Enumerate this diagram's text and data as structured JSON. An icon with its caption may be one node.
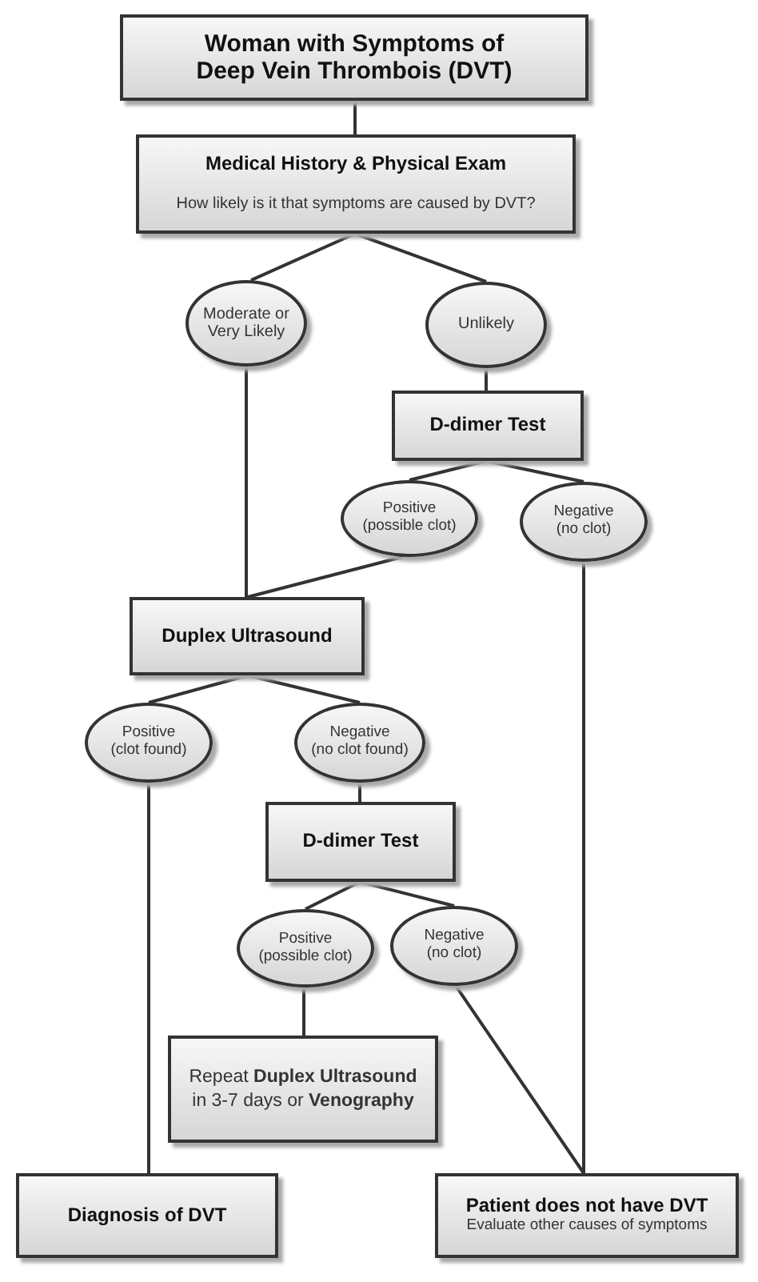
{
  "diagram": {
    "nodes": [
      {
        "text": [
          "Woman with Symptoms of Deep Vein Thrombois (DVT)"
        ]
      },
      {
        "text": [
          "Medical History & Physical Exam",
          "How likely is it that symptoms are caused by DVT?"
        ]
      },
      {
        "text": [
          "Moderate or Very Likely"
        ]
      },
      {
        "text": [
          "Unlikely"
        ]
      },
      {
        "text": [
          "D-dimer Test"
        ]
      },
      {
        "text": [
          "Positive (possible clot)"
        ]
      },
      {
        "text": [
          "Negative (no clot)"
        ]
      },
      {
        "text": [
          "Duplex Ultrasound"
        ]
      },
      {
        "text": [
          "Positive (clot found)"
        ]
      },
      {
        "text": [
          "Negative (no clot found)"
        ]
      },
      {
        "text": [
          "D-dimer Test"
        ]
      },
      {
        "text": [
          "Positive (possible clot)"
        ]
      },
      {
        "text": [
          "Negative (no clot)"
        ]
      },
      {
        "text": [
          "Repeat **Duplex Ultrasound** in 3-7 days or **Venography**"
        ]
      },
      {
        "text": [
          "Diagnosis of DVT"
        ]
      },
      {
        "text": [
          "Patient does not have DVT",
          "Evaluate other causes of symptoms"
        ]
      }
    ],
    "edges": [
      {
        "from": 0,
        "to": 1,
        "arrow": "none"
      },
      {
        "from": 1,
        "to": 2,
        "arrow": "none"
      },
      {
        "from": 1,
        "to": 3,
        "arrow": "none"
      },
      {
        "from": 3,
        "to": 4,
        "arrow": "none"
      },
      {
        "from": 4,
        "to": 5,
        "arrow": "none"
      },
      {
        "from": 4,
        "to": 6,
        "arrow": "none"
      },
      {
        "from": 2,
        "to": 7,
        "arrow": "none"
      },
      {
        "from": 5,
        "to": 7,
        "arrow": "none"
      },
      {
        "from": 7,
        "to": 8,
        "arrow": "none"
      },
      {
        "from": 7,
        "to": 9,
        "arrow": "none"
      },
      {
        "from": 9,
        "to": 10,
        "arrow": "none"
      },
      {
        "from": 10,
        "to": 11,
        "arrow": "none"
      },
      {
        "from": 10,
        "to": 12,
        "arrow": "none"
      },
      {
        "from": 11,
        "to": 13,
        "arrow": "none"
      },
      {
        "from": 12,
        "to": 15,
        "arrow": "none"
      },
      {
        "from": 6,
        "to": 15,
        "arrow": "none"
      },
      {
        "from": 8,
        "to": 14,
        "arrow": "none"
      }
    ]
  }
}
